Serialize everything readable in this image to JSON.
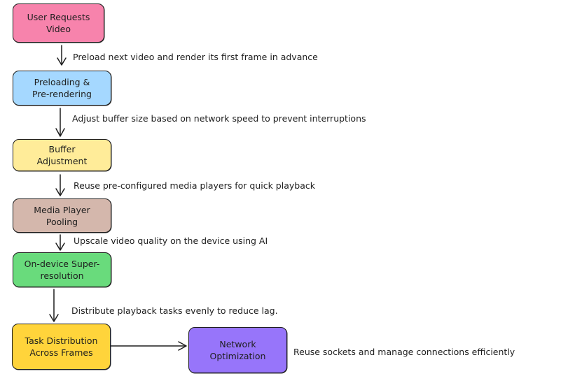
{
  "nodes": [
    {
      "id": "user-requests-video",
      "label": "User Requests Video",
      "color": "#f783ac"
    },
    {
      "id": "preloading",
      "label": "Preloading & Pre-rendering",
      "color": "#a5d8ff"
    },
    {
      "id": "buffer-adjustment",
      "label": "Buffer Adjustment",
      "color": "#ffec99"
    },
    {
      "id": "media-player-pooling",
      "label": "Media Player Pooling",
      "color": "#d4b7ac"
    },
    {
      "id": "super-resolution",
      "label": "On-device Super-resolution",
      "color": "#69db7c"
    },
    {
      "id": "task-distribution",
      "label": "Task Distribution Across Frames",
      "color": "#ffd43b"
    },
    {
      "id": "network-optimization",
      "label": "Network Optimization",
      "color": "#9775fa"
    }
  ],
  "edges": [
    {
      "from": "user-requests-video",
      "to": "preloading",
      "label": "Preload next video and render its first frame in advance"
    },
    {
      "from": "preloading",
      "to": "buffer-adjustment",
      "label": "Adjust buffer size based on network speed to prevent interruptions"
    },
    {
      "from": "buffer-adjustment",
      "to": "media-player-pooling",
      "label": "Reuse pre-configured media players for quick playback"
    },
    {
      "from": "media-player-pooling",
      "to": "super-resolution",
      "label": "Upscale video quality on the device using AI"
    },
    {
      "from": "super-resolution",
      "to": "task-distribution",
      "label": "Distribute playback tasks evenly to reduce lag."
    },
    {
      "from": "task-distribution",
      "to": "network-optimization",
      "label": ""
    }
  ],
  "annotations": [
    {
      "id": "network-note",
      "text": "Reuse sockets and manage connections efficiently"
    }
  ]
}
